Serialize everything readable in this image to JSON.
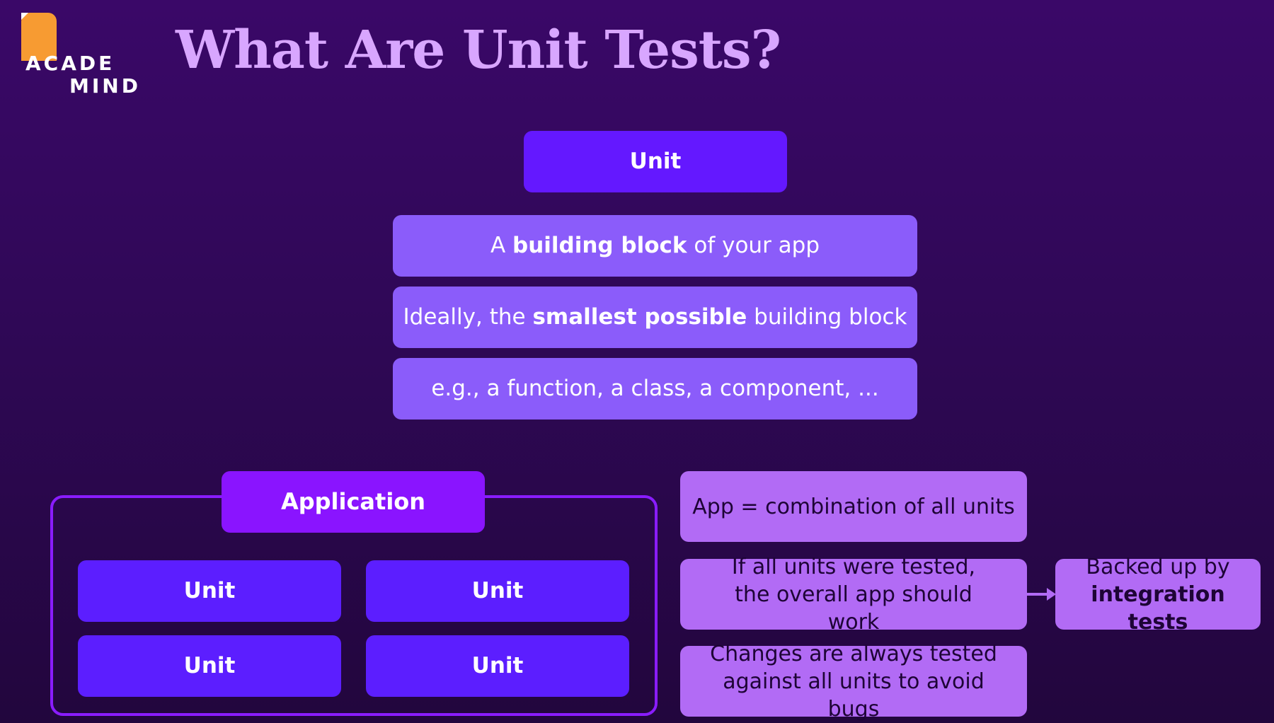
{
  "logo": {
    "line1": "ACADE",
    "line2": "MIND"
  },
  "title": "What Are Unit Tests?",
  "unit_box": "Unit",
  "descriptions": [
    {
      "pre": "A ",
      "bold": "building block",
      "post": " of your app"
    },
    {
      "pre": "Ideally, the ",
      "bold": "smallest possible",
      "post": " building block"
    },
    {
      "pre": "e.g., a function, a class, a component, ...",
      "bold": "",
      "post": ""
    }
  ],
  "application": {
    "label": "Application",
    "units": [
      "Unit",
      "Unit",
      "Unit",
      "Unit"
    ]
  },
  "notes": [
    {
      "pre": "App = combination of all units",
      "bold": ""
    },
    {
      "pre": "If all units were tested, the overall app should work",
      "bold": ""
    },
    {
      "pre": "Changes are always tested against all units to avoid bugs",
      "bold": ""
    },
    {
      "pre": "Backed up by ",
      "bold": "integration tests"
    }
  ],
  "colors": {
    "title": "#d8a6ff",
    "unit": "#5c1eff",
    "description": "#8b5cfa",
    "application": "#8a14ff",
    "note": "#b26bf5",
    "logo_flag": "#f79b32"
  }
}
